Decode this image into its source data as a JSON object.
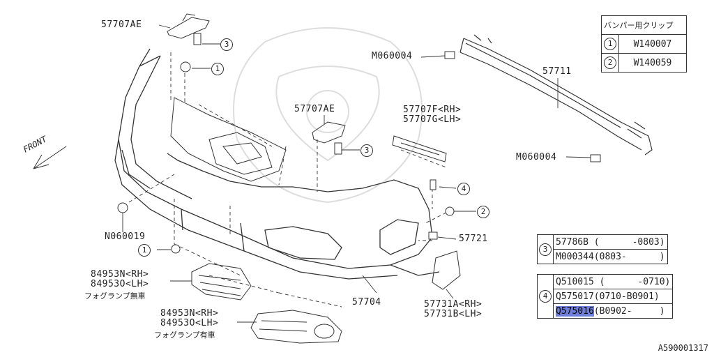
{
  "labels": {
    "p57707ae_a": "57707AE",
    "p57707ae_b": "57707AE",
    "m060004_a": "M060004",
    "m060004_b": "M060004",
    "p57711": "57711",
    "p57707f": "57707F<RH>",
    "p57707g": "57707G<LH>",
    "n060019": "N060019",
    "p57721": "57721",
    "p57704": "57704",
    "p84953n_a": "84953N<RH>",
    "p84953o_a": "84953O<LH>",
    "fog_without": "フォグランプ無車",
    "p84953n_b": "84953N<RH>",
    "p84953o_b": "84953O<LH>",
    "fog_with": "フォグランプ有車",
    "p57731a": "57731A<RH>",
    "p57731b": "57731B<LH>",
    "front": "FRONT",
    "c1": "1",
    "c2": "2",
    "c3": "3",
    "c4": "4",
    "corner_code": "A590001317"
  },
  "clip_table": {
    "header": "バンパー用クリップ",
    "rows": [
      {
        "num": "1",
        "code": "W140007"
      },
      {
        "num": "2",
        "code": "W140059"
      }
    ]
  },
  "table3": {
    "num": "3",
    "rows": [
      {
        "part": "57786B",
        "range": "(      -0803)"
      },
      {
        "part": "M000344",
        "range": "(0803-      )"
      }
    ]
  },
  "table4": {
    "num": "4",
    "rows": [
      {
        "part": "Q510015",
        "range": "(      -0710)"
      },
      {
        "part": "Q575017",
        "range": "(0710-B0901)"
      },
      {
        "part": "Q575016",
        "range": "(B0902-     )"
      }
    ]
  }
}
